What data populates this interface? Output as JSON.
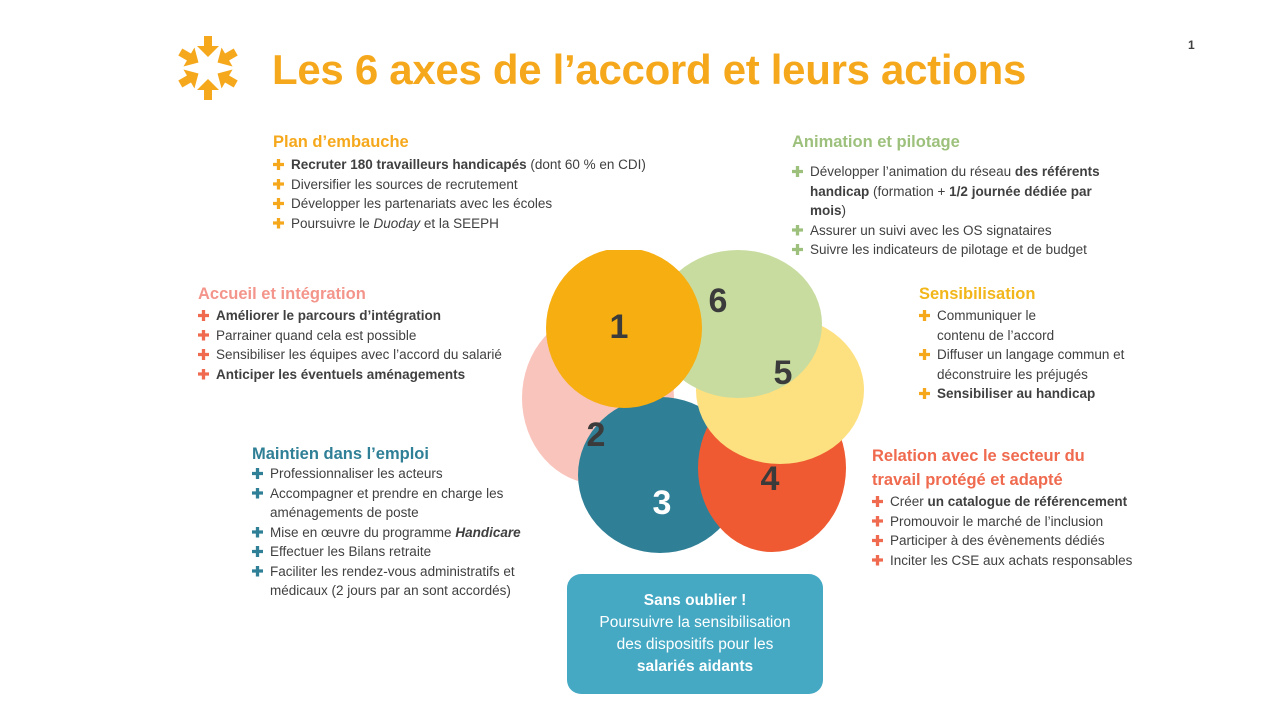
{
  "title": "Les 6 axes de l’accord et leurs actions",
  "page_number": "1",
  "colors": {
    "orange": "#f6a81c",
    "salmon": "#f4958b",
    "teal": "#2f7f96",
    "red_orange": "#ef5a32",
    "yellow": "#f2c418",
    "green": "#9dc17c",
    "light_blue": "#45a9c4"
  },
  "petals": {
    "p1": "1",
    "p2": "2",
    "p3": "3",
    "p4": "4",
    "p5": "5",
    "p6": "6"
  },
  "plan": {
    "title": "Plan d’embauche",
    "item1": {
      "bold": "Recruter 180 travailleurs handicapés",
      "rest": " (dont 60 % en CDI)"
    },
    "item2": "Diversifier les sources de recrutement",
    "item3": "Développer les partenariats avec les écoles",
    "item4": {
      "a": "Poursuivre le ",
      "italic": "Duoday",
      "b": " et la SEEPH"
    }
  },
  "animation": {
    "title": "Animation et pilotage",
    "item1": {
      "a": "Développer l’animation du réseau ",
      "bold1": "des référents handicap",
      "b": " (formation + ",
      "bold2": "1/2 journée dédiée par mois",
      "c": ")"
    },
    "item2": "Assurer un suivi avec les OS signataires",
    "item3": "Suivre les indicateurs de pilotage et de budget"
  },
  "accueil": {
    "title": "Accueil et intégration",
    "item1": "Améliorer le parcours d’intégration",
    "item2": "Parrainer quand cela est possible",
    "item3": "Sensibiliser les équipes avec l’accord du salarié",
    "item4": "Anticiper les éventuels aménagements"
  },
  "sensibilisation": {
    "title": "Sensibilisation",
    "item1": "Communiquer le contenu de l’accord",
    "item2": "Diffuser un langage commun et déconstruire les préjugés",
    "item3": "Sensibiliser au handicap"
  },
  "maintien": {
    "title": "Maintien dans l’emploi",
    "item1": "Professionnaliser les acteurs",
    "item2": "Accompagner et prendre en charge les aménagements de poste",
    "item3": {
      "a": "Mise en œuvre du programme ",
      "bold_italic": "Handicare"
    },
    "item4": "Effectuer les Bilans retraite",
    "item5": "Faciliter les rendez-vous administratifs et médicaux (2 jours par an sont accordés)"
  },
  "relation": {
    "title_line1": "Relation avec le secteur du",
    "title_line2": "travail protégé et adapté",
    "item1": {
      "a": "Créer ",
      "bold": "un catalogue de référencement"
    },
    "item2": "Promouvoir le marché de l’inclusion",
    "item3": "Participer à des évènements dédiés",
    "item4": "Inciter les CSE aux achats responsables"
  },
  "callout": {
    "heading": "Sans oublier !",
    "line1": "Poursuivre la sensibilisation",
    "line2": "des dispositifs pour les",
    "bold": "salariés aidants"
  }
}
